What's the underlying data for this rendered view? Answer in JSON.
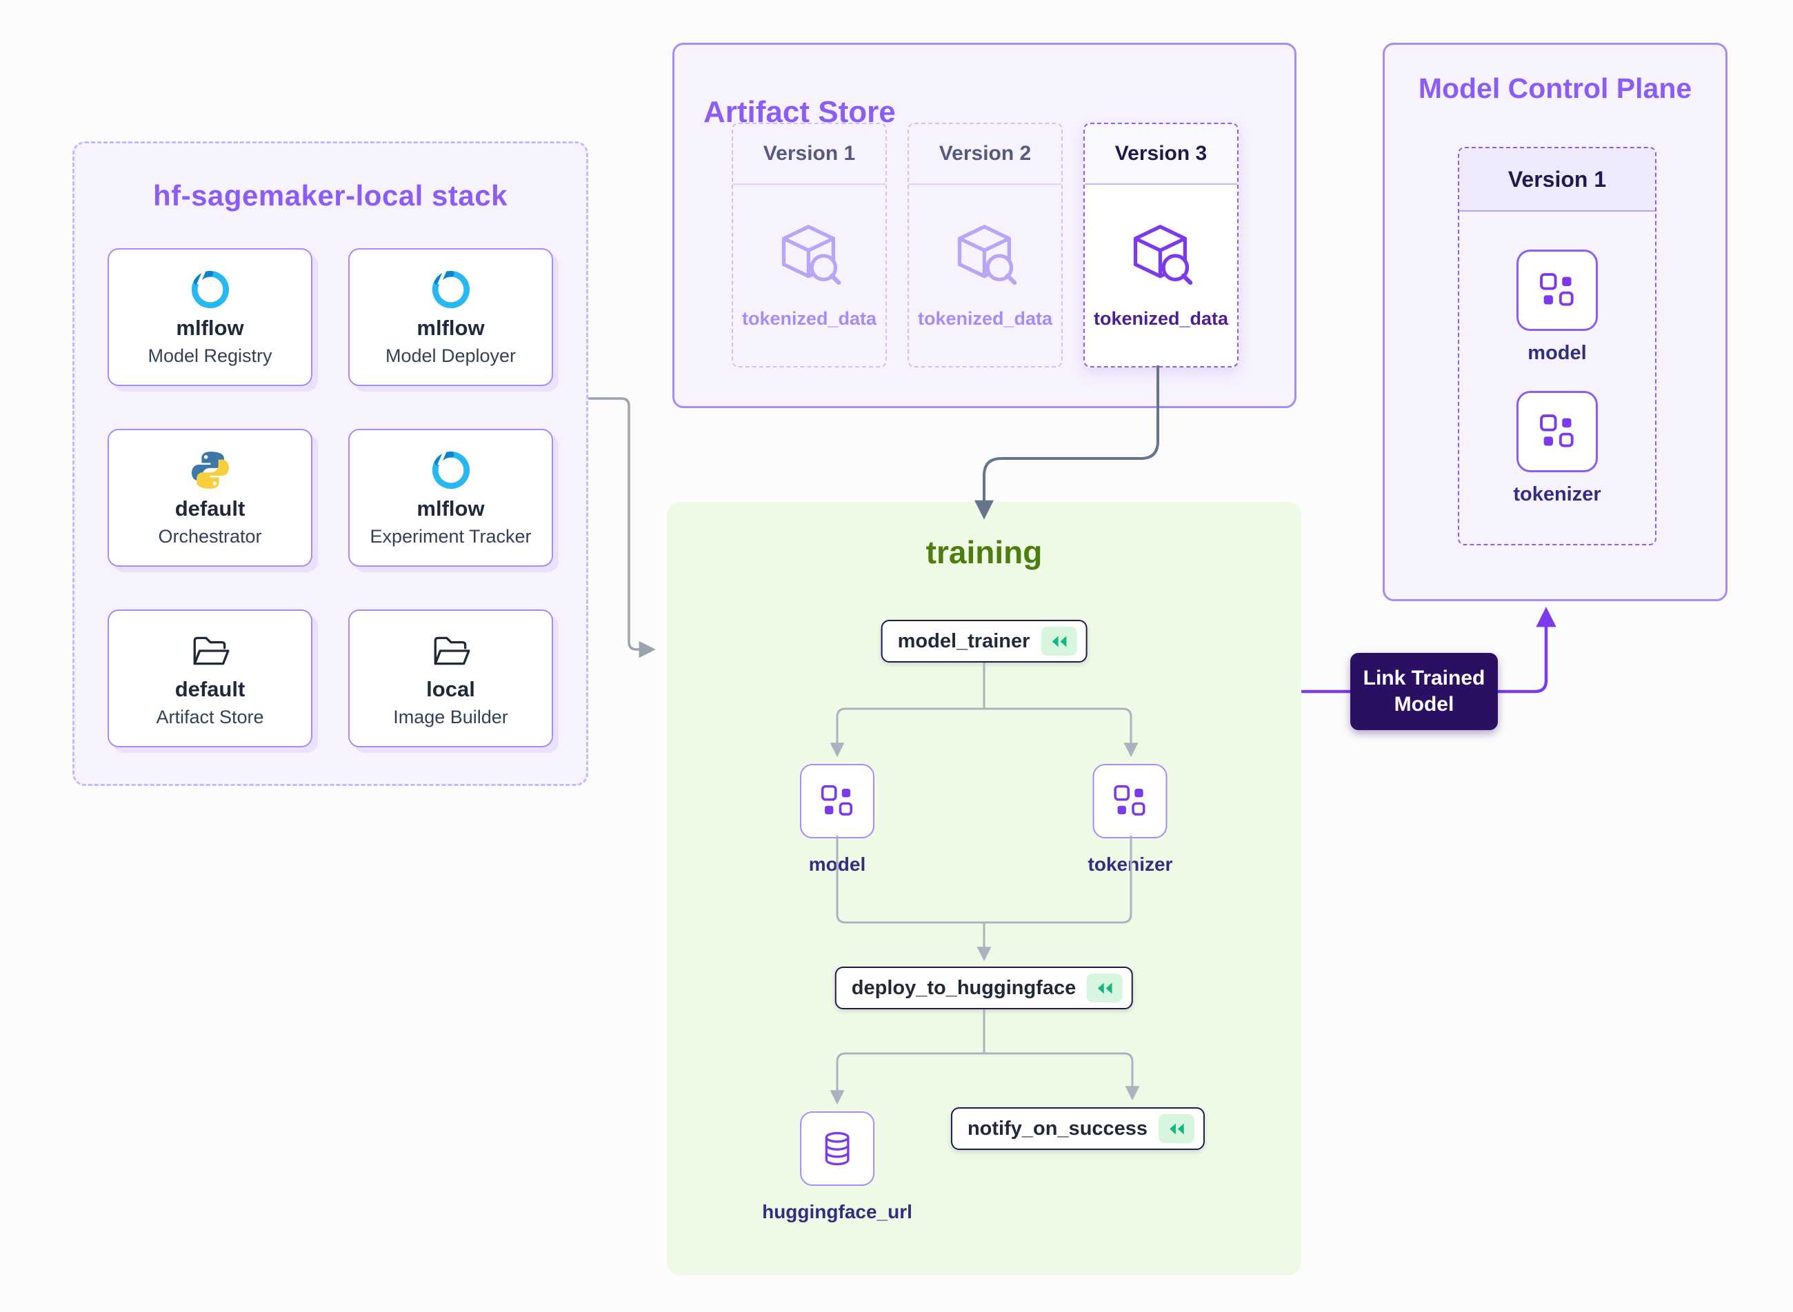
{
  "stack_panel": {
    "title": "hf-sagemaker-local stack",
    "cards": [
      {
        "name": "mlflow",
        "role": "Model Registry",
        "icon": "mlflow-icon"
      },
      {
        "name": "mlflow",
        "role": "Model Deployer",
        "icon": "mlflow-icon"
      },
      {
        "name": "default",
        "role": "Orchestrator",
        "icon": "python-icon"
      },
      {
        "name": "mlflow",
        "role": "Experiment Tracker",
        "icon": "mlflow-icon"
      },
      {
        "name": "default",
        "role": "Artifact Store",
        "icon": "folder-icon"
      },
      {
        "name": "local",
        "role": "Image Builder",
        "icon": "folder-icon"
      }
    ]
  },
  "artifact_store": {
    "title": "Artifact Store",
    "versions": [
      {
        "label": "Version 1",
        "artifact": "tokenized_data",
        "active": false
      },
      {
        "label": "Version 2",
        "artifact": "tokenized_data",
        "active": false
      },
      {
        "label": "Version 3",
        "artifact": "tokenized_data",
        "active": true
      }
    ]
  },
  "model_control_plane": {
    "title": "Model Control Plane",
    "version_label": "Version 1",
    "artifacts": [
      {
        "label": "model"
      },
      {
        "label": "tokenizer"
      }
    ]
  },
  "training": {
    "title": "training",
    "steps": {
      "model_trainer": "model_trainer",
      "deploy": "deploy_to_huggingface",
      "notify": "notify_on_success"
    },
    "artifacts": {
      "model": "model",
      "tokenizer": "tokenizer",
      "huggingface_url": "huggingface_url"
    }
  },
  "link_button": {
    "label": "Link Trained Model"
  },
  "colors": {
    "accent_purple": "#8b5cf6",
    "deep_purple": "#2a0f63",
    "panel_lavender": "#f7f3fe",
    "training_green_bg": "#eefae5",
    "training_title_green": "#4d7c0f",
    "rewind_green": "#10b981",
    "connector_gray": "#9ca3af",
    "connector_dark": "#64748b"
  }
}
